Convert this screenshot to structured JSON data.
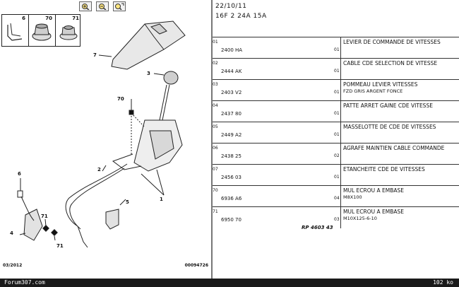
{
  "toolbar": {
    "buttons": [
      "zoom-in-icon",
      "zoom-out-icon",
      "zoom-fit-icon"
    ]
  },
  "thumbnails": [
    {
      "number": "6"
    },
    {
      "number": "70"
    },
    {
      "number": "71"
    }
  ],
  "callouts": {
    "c1": "1",
    "c2": "2",
    "c3": "3",
    "c4": "4",
    "c5": "5",
    "c6": "6",
    "c7": "7",
    "c70": "70",
    "c71a": "71",
    "c71b": "71"
  },
  "footer": {
    "date": "03/2012",
    "ref": "00094726"
  },
  "document": {
    "date": "22/10/11",
    "code": "16F 2 24A 15A"
  },
  "parts": [
    {
      "ref": "01",
      "part": "2400 HA",
      "qty": "01",
      "desc": "LEVIER DE COMMANDE DE VITESSES",
      "sub": ""
    },
    {
      "ref": "02",
      "part": "2444 AK",
      "qty": "01",
      "desc": "CABLE CDE SELECTION DE VITESSE",
      "sub": ""
    },
    {
      "ref": "03",
      "part": "2403 V2",
      "qty": "01",
      "desc": "POMMEAU LEVIER VITESSES",
      "sub": "FZD   GRIS ARGENT FONCE"
    },
    {
      "ref": "04",
      "part": "2437 80",
      "qty": "01",
      "desc": "PATTE ARRET GAINE CDE VITESSE",
      "sub": ""
    },
    {
      "ref": "05",
      "part": "2449 A2",
      "qty": "01",
      "desc": "MASSELOTTE DE CDE DE VITESSES",
      "sub": ""
    },
    {
      "ref": "06",
      "part": "2438 25",
      "qty": "02",
      "desc": "AGRAFE MAINTIEN CABLE COMMANDE",
      "sub": ""
    },
    {
      "ref": "07",
      "part": "2456 03",
      "qty": "01",
      "desc": "ETANCHEITE CDE DE VITESSES",
      "sub": ""
    },
    {
      "ref": "70",
      "part": "6936 A6",
      "qty": "04",
      "desc": "MUL ECROU A EMBASE",
      "sub": "M8X100"
    },
    {
      "ref": "71",
      "part": "6950 70",
      "qty": "03",
      "desc": "MUL ECROU A EMBASE",
      "sub": "M10X125-6-10"
    }
  ],
  "table_ref": "RP 4603 43",
  "statusbar": {
    "forum": "Forum307.com",
    "size": "102 ko"
  }
}
